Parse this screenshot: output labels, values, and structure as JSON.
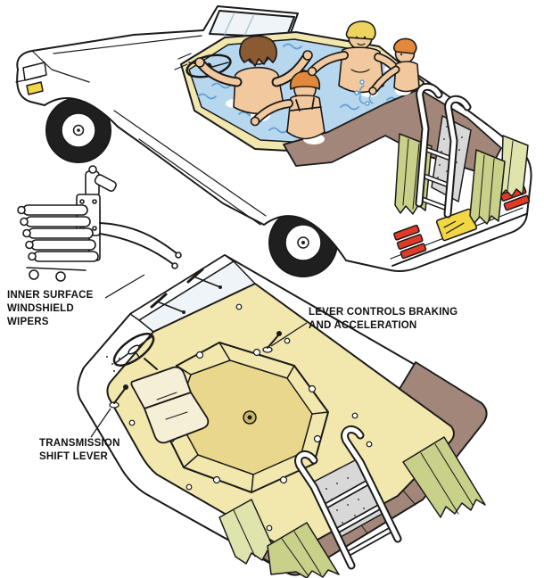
{
  "labels": {
    "windshield_wipers": "INNER SURFACE\nWINDSHIELD\nWIPERS",
    "brake_lever": "LEVER CONTROLS BRAKING\nAND ACCELERATION",
    "shift_lever": "TRANSMISSION\nSHIFT LEVER"
  },
  "colors": {
    "outline": "#1a1a1a",
    "water": "#b7d7ee",
    "water_line": "#5e9cd0",
    "glass": "#eef4f8",
    "deck": "#f2e7ad",
    "deck_dark": "#e9d88c",
    "rim": "#a28679",
    "towel": "#c9d089",
    "towel_light": "#dfe4ad",
    "mat": "#d8d8d8",
    "seat": "#f6efd7",
    "skin": "#f2c99e",
    "hair_brown": "#8a5a33",
    "hair_blonde": "#eed45e",
    "hair_orange": "#e2883c",
    "taillight": "#e23a28",
    "plate": "#f2d643"
  }
}
